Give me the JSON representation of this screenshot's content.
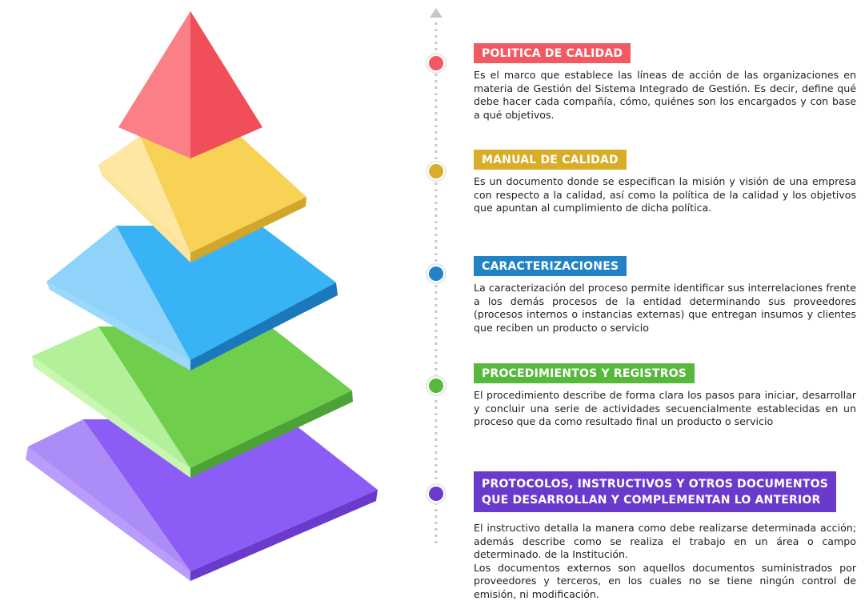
{
  "colors": {
    "red": "#f25a63",
    "yellow": "#d9ad27",
    "blue": "#2183c6",
    "green": "#56b93c",
    "purple": "#6a3acd",
    "dots_line": "#c7c7c7"
  },
  "icons": {
    "top_arrow": "arrow-up-icon"
  },
  "sections": [
    {
      "title": "POLITICA DE CALIDAD",
      "color": "#f25a63",
      "text": "Es el marco que establece las líneas de acción de las organizaciones en materia de Gestión del Sistema Integrado de Gestión. Es decir, define qué debe hacer cada compañía, cómo, quiénes son los encargados y con base a qué objetivos."
    },
    {
      "title": "MANUAL DE CALIDAD",
      "color": "#d9ad27",
      "text": "Es un documento donde se especifican la misión y visión de una empresa con respecto a la calidad, así como la política de la calidad y los objetivos que apuntan al cumplimiento de dicha política."
    },
    {
      "title": "CARACTERIZACIONES",
      "color": "#2183c6",
      "text": "La caracterización del proceso permite identificar sus interrelaciones frente a los demás procesos de la entidad determinando sus proveedores (procesos internos o instancias externas) que entregan insumos y clientes que reciben un producto o servicio"
    },
    {
      "title": "PROCEDIMIENTOS Y REGISTROS",
      "color": "#56b93c",
      "text": "El procedimiento describe de forma clara los pasos para iniciar, desarrollar y concluir una serie de actividades secuencialmente establecidas en un proceso que da como resultado final un producto o servicio"
    },
    {
      "title_line1": "PROTOCOLOS, INSTRUCTIVOS Y OTROS DOCUMENTOS",
      "title_line2": "QUE DESARROLLAN Y COMPLEMENTAN LO ANTERIOR",
      "color": "#6a3acd",
      "text1": "El instructivo detalla la manera como debe realizarse determinada acción; además describe como se realiza el trabajo en un área o campo determinado. de la Institución.",
      "text2": "Los documentos externos son aquellos documentos suministrados por proveedores y terceros, en los cuales no se tiene ningún control de emisión, ni modificación."
    }
  ]
}
